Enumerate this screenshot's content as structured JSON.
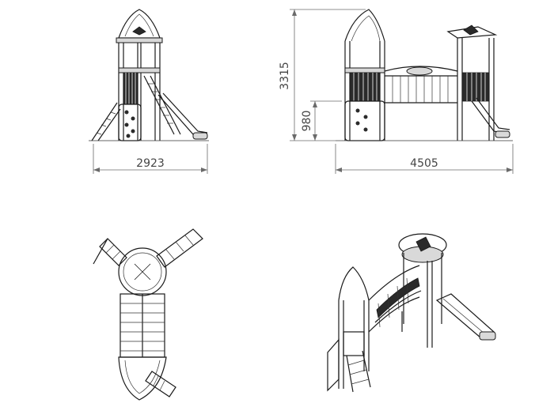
{
  "drawing": {
    "dimensions": {
      "front_width": "2923",
      "side_width": "4505",
      "total_height": "3315",
      "platform_height": "980"
    }
  }
}
